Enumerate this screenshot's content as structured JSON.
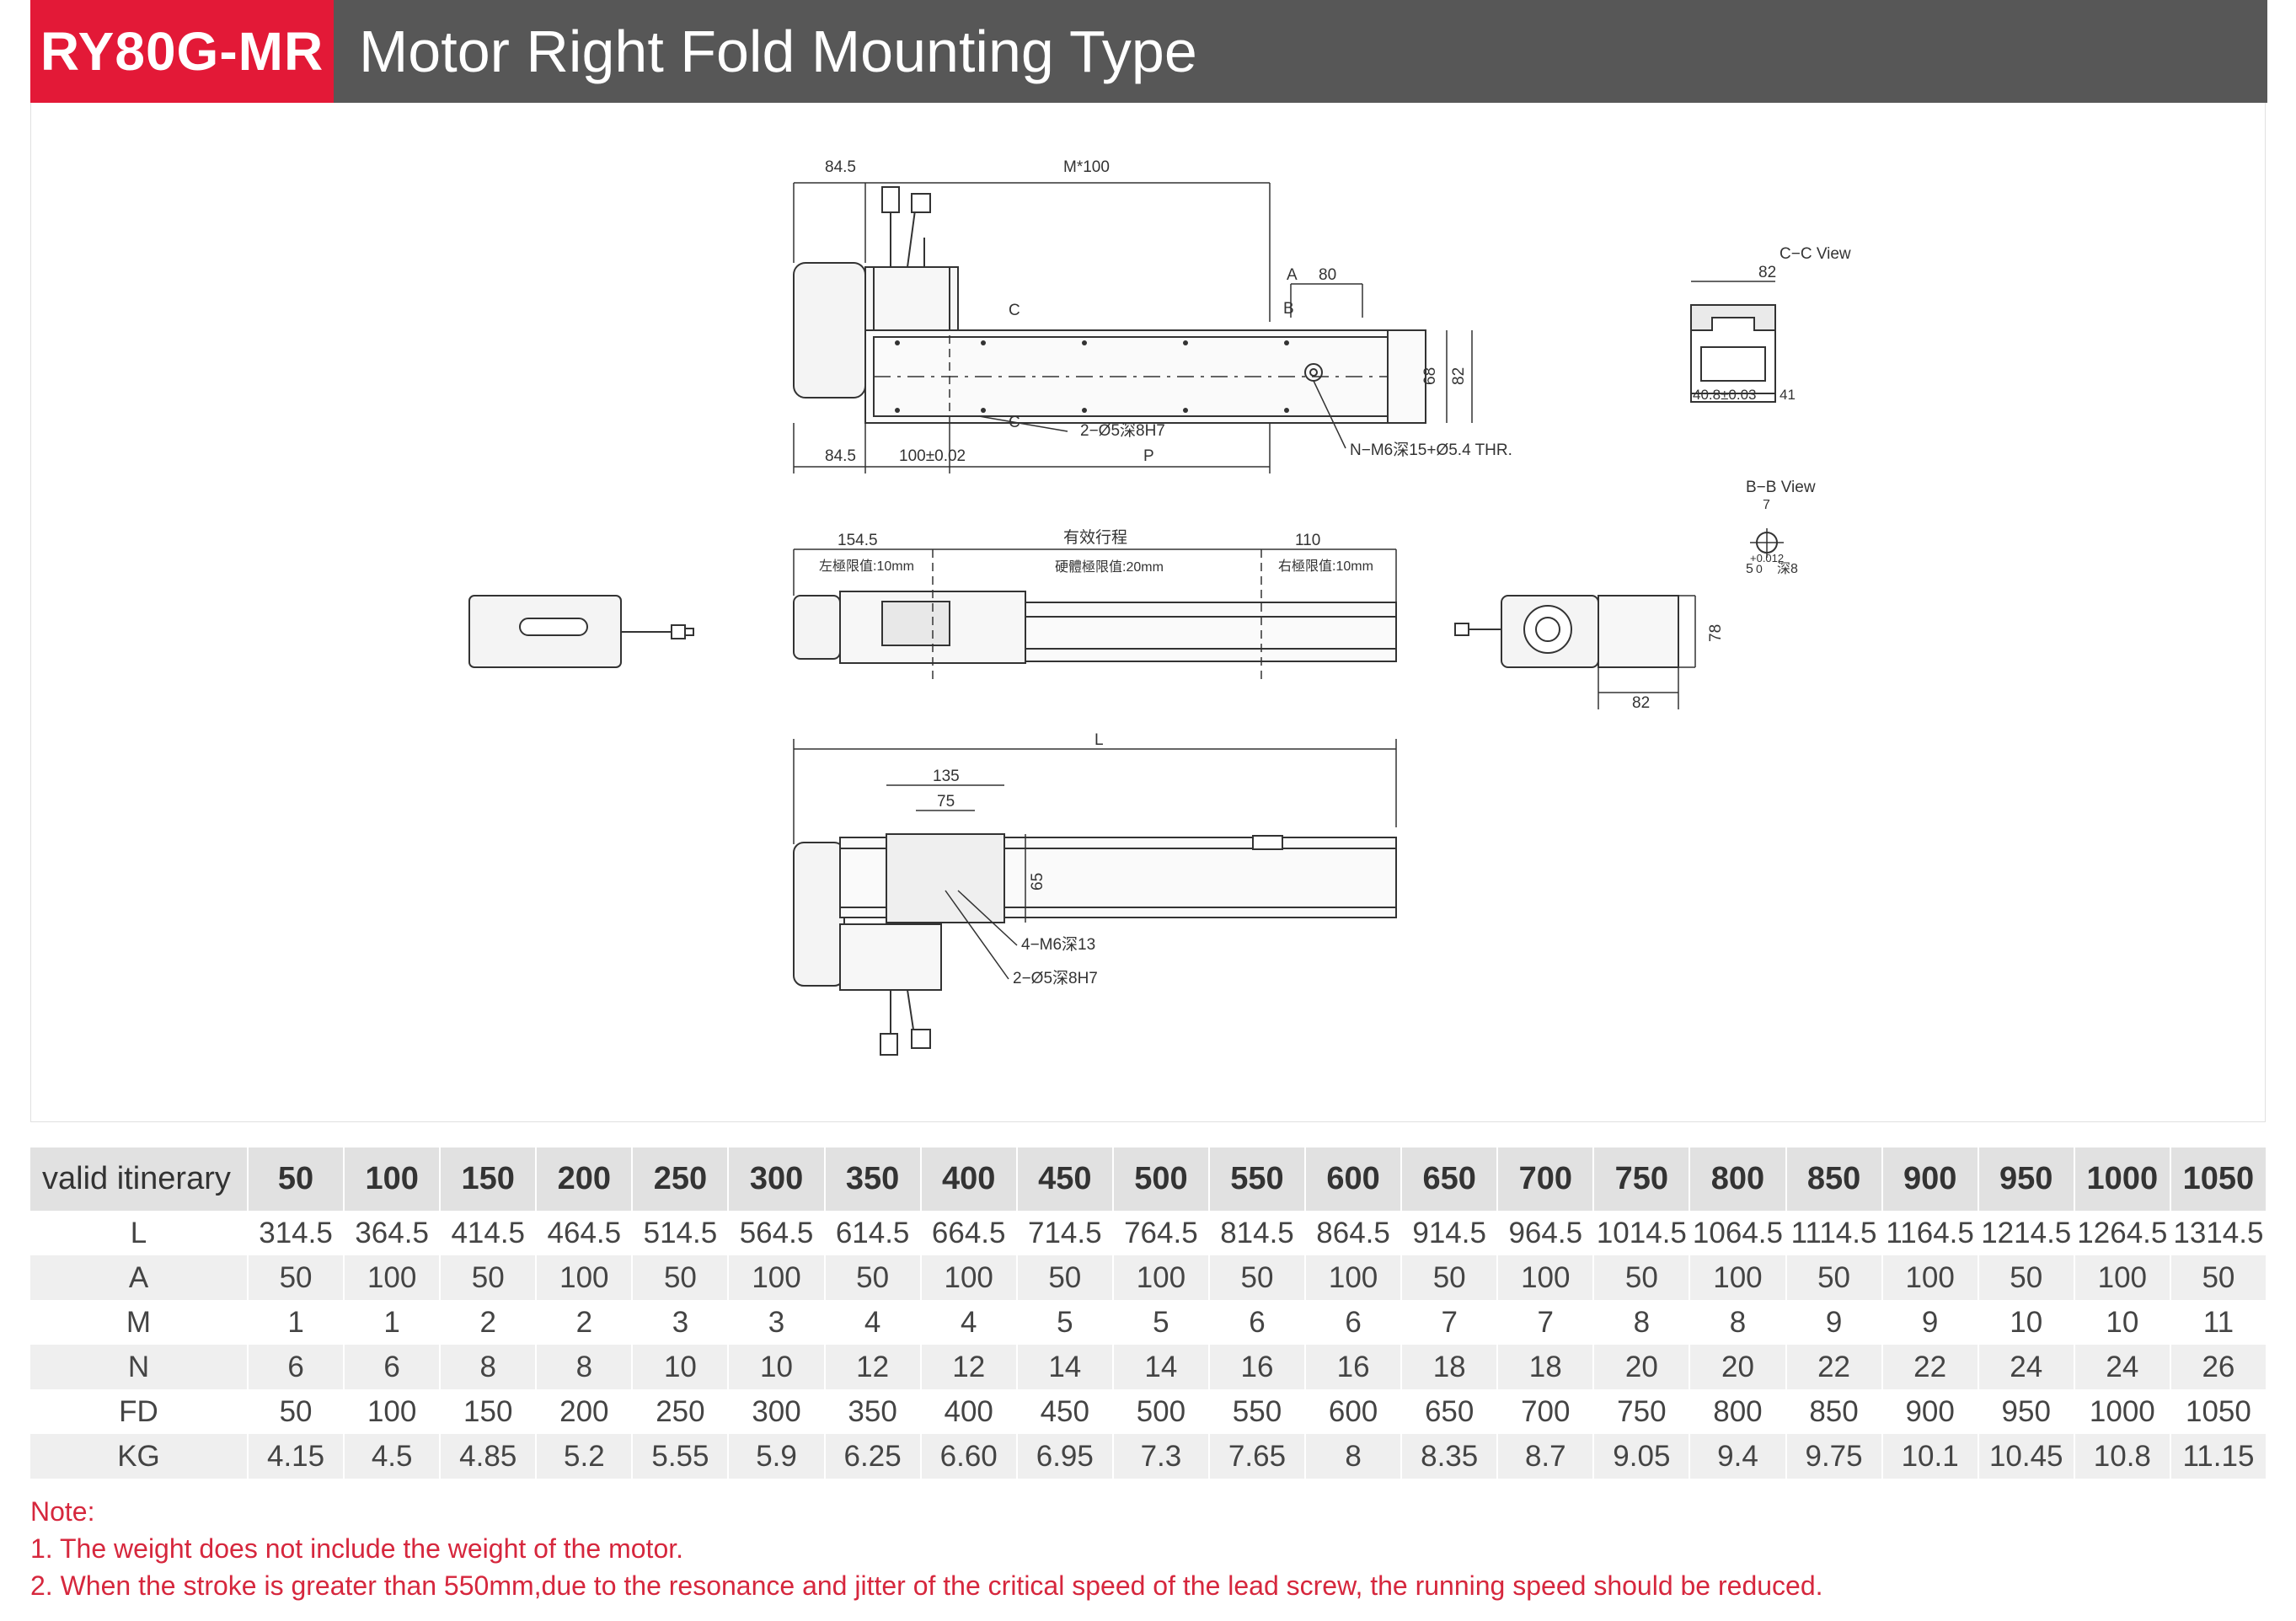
{
  "header": {
    "model": "RY80G-MR",
    "title": "Motor Right Fold Mounting Type",
    "accent_color": "#e31937",
    "bar_color": "#575757"
  },
  "drawing": {
    "top_view": {
      "dim_motor": "84.5",
      "dim_m": "M*100",
      "label_a": "A",
      "dim_80": "80",
      "label_b": "B",
      "label_c_top": "C",
      "label_c_bottom": "C",
      "dim_68": "68",
      "dim_82": "82",
      "hole_note": "2−Ø5深8H7",
      "thread_note": "N−M6深15+Ø5.4 THR.",
      "dim_motor_bottom": "84.5",
      "dim_pitch": "100±0.02",
      "dim_p": "P"
    },
    "cc_view": {
      "title": "C−C View",
      "dim_width": "82",
      "dim_inner": "40.8±0.03",
      "dim_41": "41"
    },
    "bb_view": {
      "title": "B−B View",
      "dim_7": "7",
      "dim_tol": "+0.012",
      "dim_5": "5",
      "dim_0": "0",
      "dim_depth": "深8"
    },
    "side_view": {
      "dim_left": "154.5",
      "note_left": "左極限值:10mm",
      "stroke_label": "有效行程",
      "note_mid": "硬體極限值:20mm",
      "dim_right": "110",
      "note_right": "右極限值:10mm"
    },
    "end_view": {
      "dim_78": "78",
      "dim_82": "82"
    },
    "bottom_view": {
      "dim_l": "L",
      "dim_135": "135",
      "dim_75": "75",
      "dim_65": "65",
      "hole_note_1": "4−M6深13",
      "hole_note_2": "2−Ø5深8H7"
    }
  },
  "table": {
    "header_label": "valid itinerary",
    "columns": [
      "50",
      "100",
      "150",
      "200",
      "250",
      "300",
      "350",
      "400",
      "450",
      "500",
      "550",
      "600",
      "650",
      "700",
      "750",
      "800",
      "850",
      "900",
      "950",
      "1000",
      "1050"
    ],
    "rows": [
      {
        "label": "L",
        "values": [
          "314.5",
          "364.5",
          "414.5",
          "464.5",
          "514.5",
          "564.5",
          "614.5",
          "664.5",
          "714.5",
          "764.5",
          "814.5",
          "864.5",
          "914.5",
          "964.5",
          "1014.5",
          "1064.5",
          "1114.5",
          "1164.5",
          "1214.5",
          "1264.5",
          "1314.5"
        ]
      },
      {
        "label": "A",
        "values": [
          "50",
          "100",
          "50",
          "100",
          "50",
          "100",
          "50",
          "100",
          "50",
          "100",
          "50",
          "100",
          "50",
          "100",
          "50",
          "100",
          "50",
          "100",
          "50",
          "100",
          "50"
        ]
      },
      {
        "label": "M",
        "values": [
          "1",
          "1",
          "2",
          "2",
          "3",
          "3",
          "4",
          "4",
          "5",
          "5",
          "6",
          "6",
          "7",
          "7",
          "8",
          "8",
          "9",
          "9",
          "10",
          "10",
          "11"
        ]
      },
      {
        "label": "N",
        "values": [
          "6",
          "6",
          "8",
          "8",
          "10",
          "10",
          "12",
          "12",
          "14",
          "14",
          "16",
          "16",
          "18",
          "18",
          "20",
          "20",
          "22",
          "22",
          "24",
          "24",
          "26"
        ]
      },
      {
        "label": "FD",
        "values": [
          "50",
          "100",
          "150",
          "200",
          "250",
          "300",
          "350",
          "400",
          "450",
          "500",
          "550",
          "600",
          "650",
          "700",
          "750",
          "800",
          "850",
          "900",
          "950",
          "1000",
          "1050"
        ]
      },
      {
        "label": "KG",
        "values": [
          "4.15",
          "4.5",
          "4.85",
          "5.2",
          "5.55",
          "5.9",
          "6.25",
          "6.60",
          "6.95",
          "7.3",
          "7.65",
          "8",
          "8.35",
          "8.7",
          "9.05",
          "9.4",
          "9.75",
          "10.1",
          "10.45",
          "10.8",
          "11.15"
        ]
      }
    ]
  },
  "notes": {
    "title": "Note:",
    "items": [
      "1.  The weight does not include the weight of the motor.",
      "2. When the stroke is greater than 550mm,due to the resonance and jitter of the critical speed of the lead screw, the running speed should be reduced."
    ],
    "color": "#d6273d"
  }
}
